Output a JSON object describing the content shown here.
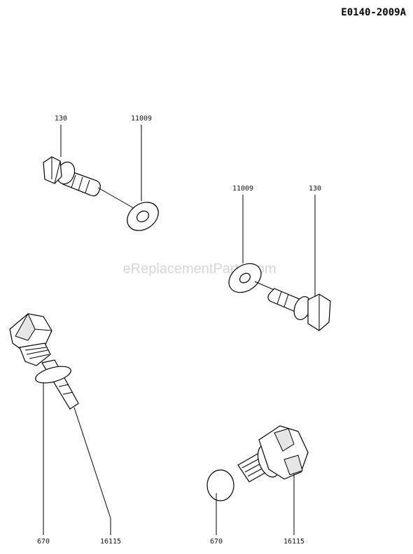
{
  "diagram_code": "E0140-2009A",
  "watermark": "eReplacementParts.com",
  "callouts": {
    "top_left_bolt": "130",
    "top_left_washer": "11009",
    "mid_right_washer": "11009",
    "mid_right_bolt": "130",
    "bottom_left_oring": "670",
    "bottom_left_dipstick": "16115",
    "bottom_right_oring": "670",
    "bottom_right_plug": "16115"
  }
}
